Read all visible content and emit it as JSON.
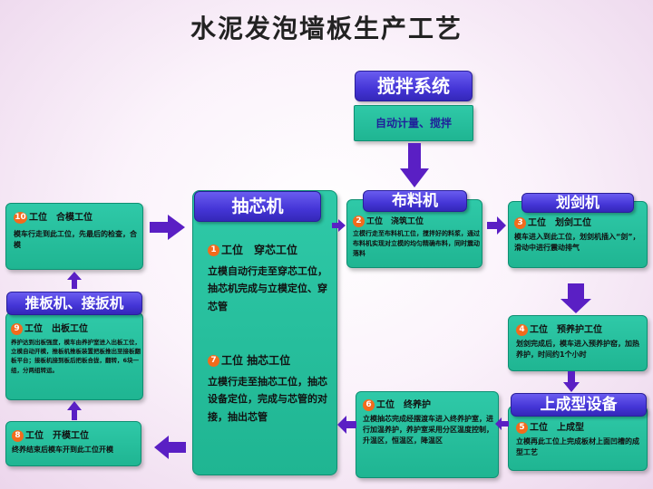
{
  "title": "水泥发泡墙板生产工艺",
  "mixing": {
    "header": "搅拌系统",
    "text": "自动计量、搅拌"
  },
  "core_machine": {
    "header": "抽芯机",
    "step1": {
      "num": "1",
      "label": "工位　穿芯工位",
      "desc": "立模自动行走至穿芯工位，抽芯机完成与立模定位、穿芯管"
    },
    "step7": {
      "num": "7",
      "label": "工位  抽芯工位",
      "desc": "立模行走至抽芯工位，抽芯设备定位，完成与芯管的对接，抽出芯管"
    }
  },
  "cloth_machine": {
    "header": "布料机",
    "num": "2",
    "label": "工位　浇筑工位",
    "desc": "立模行走至布料机工位，搅拌好的料浆，通过布料机实现对立模的均匀精确布料，同时震动落料"
  },
  "sword_machine": {
    "header": "划剑机",
    "num": "3",
    "label": "工位　划剑工位",
    "desc": "模车进入到此工位，划剑机插入“剑”，滑动中进行震动排气"
  },
  "step4": {
    "num": "4",
    "label": "工位　预养护工位",
    "desc": "划剑完成后，模车进入预养护窑，加热养护，时间约1个小时"
  },
  "forming": {
    "header": "上成型设备",
    "num": "5",
    "label": "工位　上成型",
    "desc": "立模再此工位上完成板材上面凹槽的成型工艺"
  },
  "step6": {
    "num": "6",
    "label": "工位　终养护",
    "desc": "立模抽芯完成经摆渡车进入终养护室，进行加温养护，养护室采用分区温度控制，升温区，恒温区，降温区"
  },
  "step8": {
    "num": "8",
    "label": "工位　开模工位",
    "desc": "终养结束后模车开到此工位开模"
  },
  "demold": {
    "header": "推板机、接扳机",
    "num": "9",
    "label": "工位　出板工位",
    "desc": "养护达到出板强度，模车由养护室进入出板工位，立模自动开模，推板机推板装置把板推出至接板翻板平台；接板机接到板后把板合拢，翻转，6块一组，分两组转运。"
  },
  "step10": {
    "num": "10",
    "label": "工位　合模工位",
    "desc": "模车行走到此工位，先最后的检查，合模"
  },
  "colors": {
    "box": "#1fb592",
    "header": "#4435d6",
    "arrow": "#5a1fc4",
    "number": "#f26b1d"
  }
}
